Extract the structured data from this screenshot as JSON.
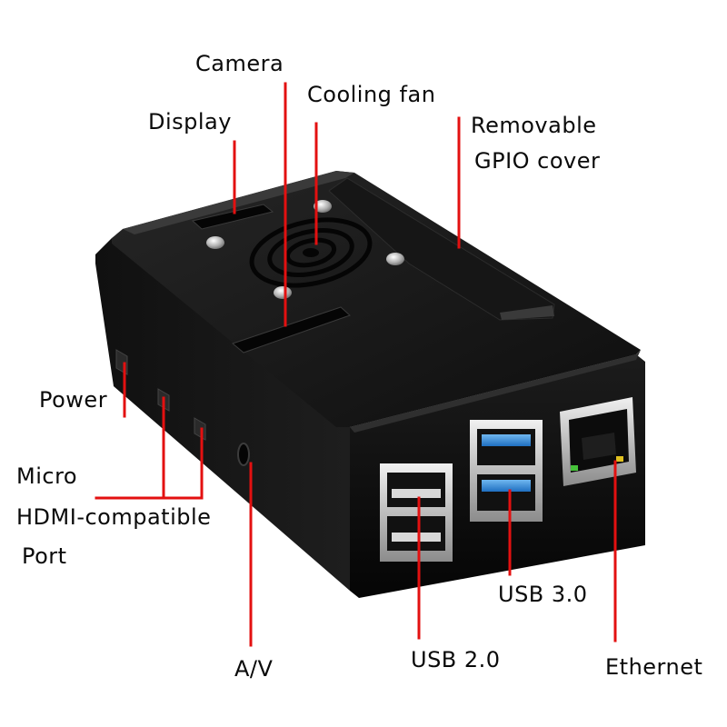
{
  "labels": {
    "camera": "Camera",
    "cooling_fan": "Cooling fan",
    "display": "Display",
    "gpio_line1": "Removable",
    "gpio_line2": "GPIO cover",
    "power": "Power",
    "hdmi_line1": "Micro",
    "hdmi_line2": "HDMI-compatible",
    "hdmi_line3": "Port",
    "av": "A/V",
    "usb2": "USB 2.0",
    "usb3": "USB 3.0",
    "ethernet": "Ethernet"
  },
  "colors": {
    "leader_line": "#e31010",
    "case_body": "#0d0d0d",
    "case_top": "#1a1a1a",
    "usb3_accent": "#2f88d8",
    "ethernet_led_green": "#46c23a",
    "ethernet_led_amber": "#e0c020"
  }
}
